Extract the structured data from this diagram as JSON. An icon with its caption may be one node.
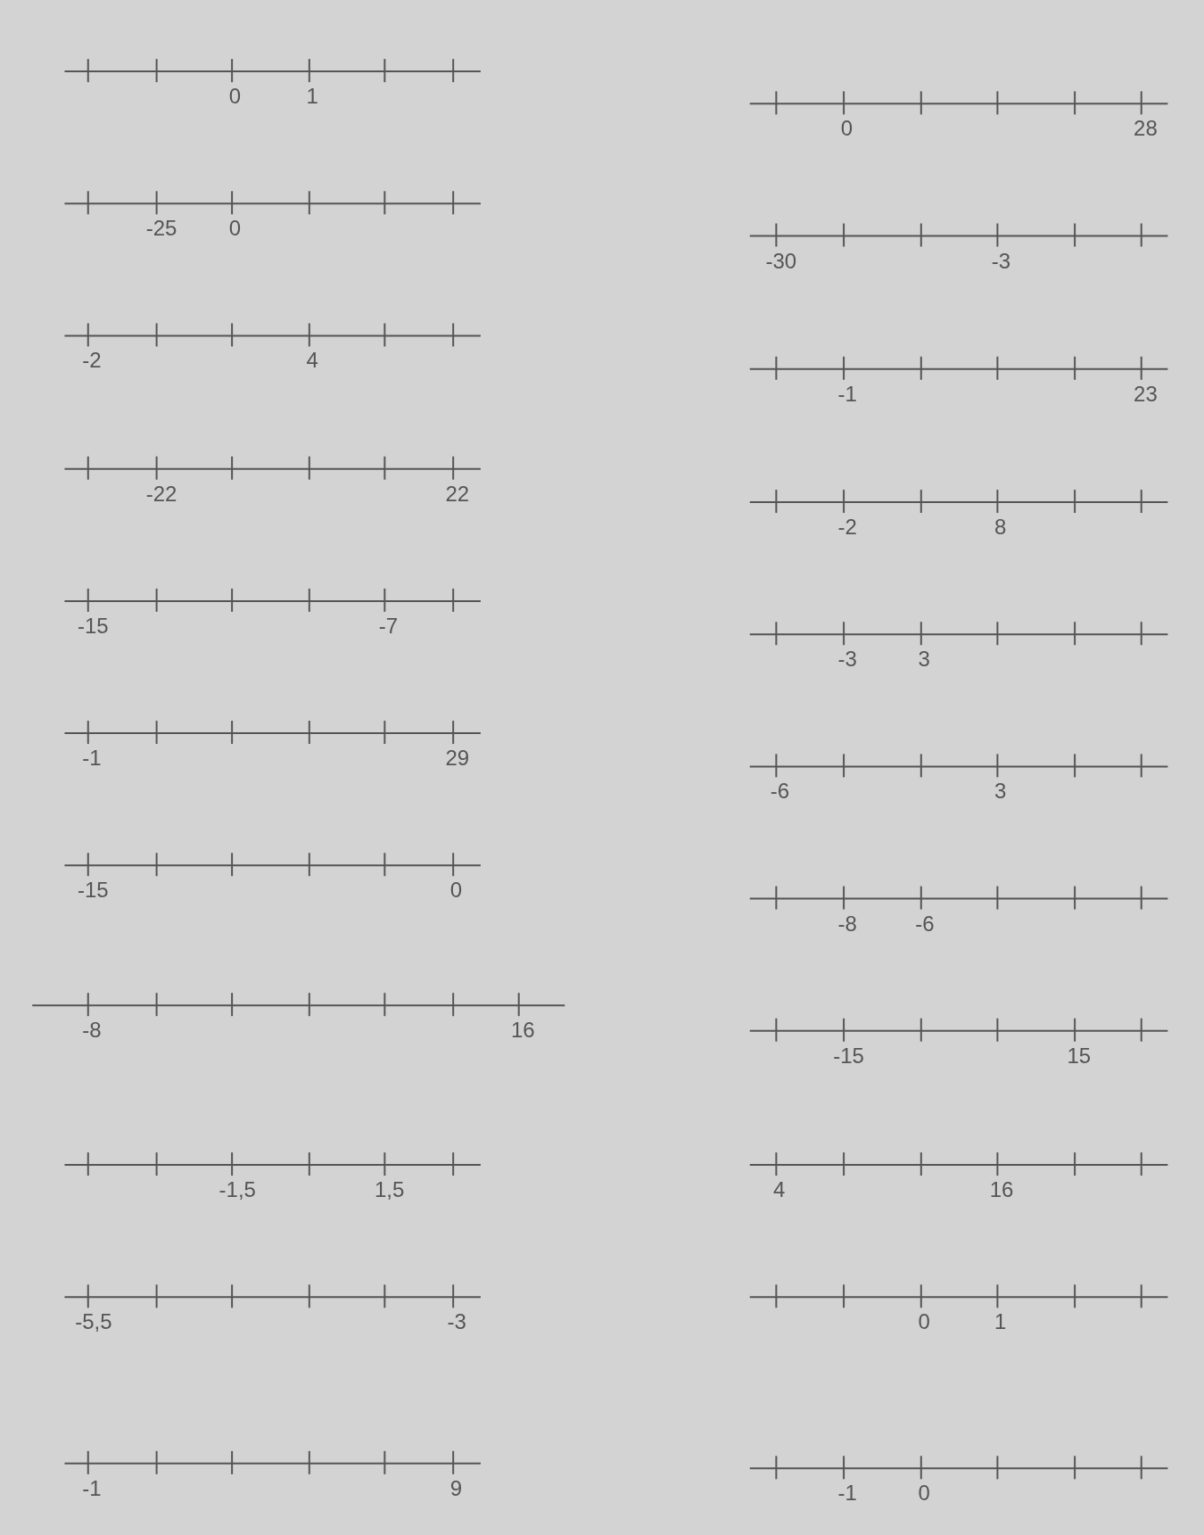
{
  "diagram": {
    "labels": [
      "0",
      "1",
      "-25",
      "0",
      "-2",
      "4",
      "-22",
      "22",
      "-15",
      "-7",
      "-1",
      "29",
      "-15",
      "0",
      "-8",
      "16",
      "-1,5",
      "1,5",
      "-5,5",
      "-3",
      "-1",
      "9",
      "0",
      "28",
      "-30",
      "-3",
      "-1",
      "23",
      "-2",
      "8",
      "-3",
      "3",
      "-6",
      "3",
      "-8",
      "-6",
      "-15",
      "15",
      "4",
      "16",
      "0",
      "1",
      "-1",
      "0"
    ]
  }
}
